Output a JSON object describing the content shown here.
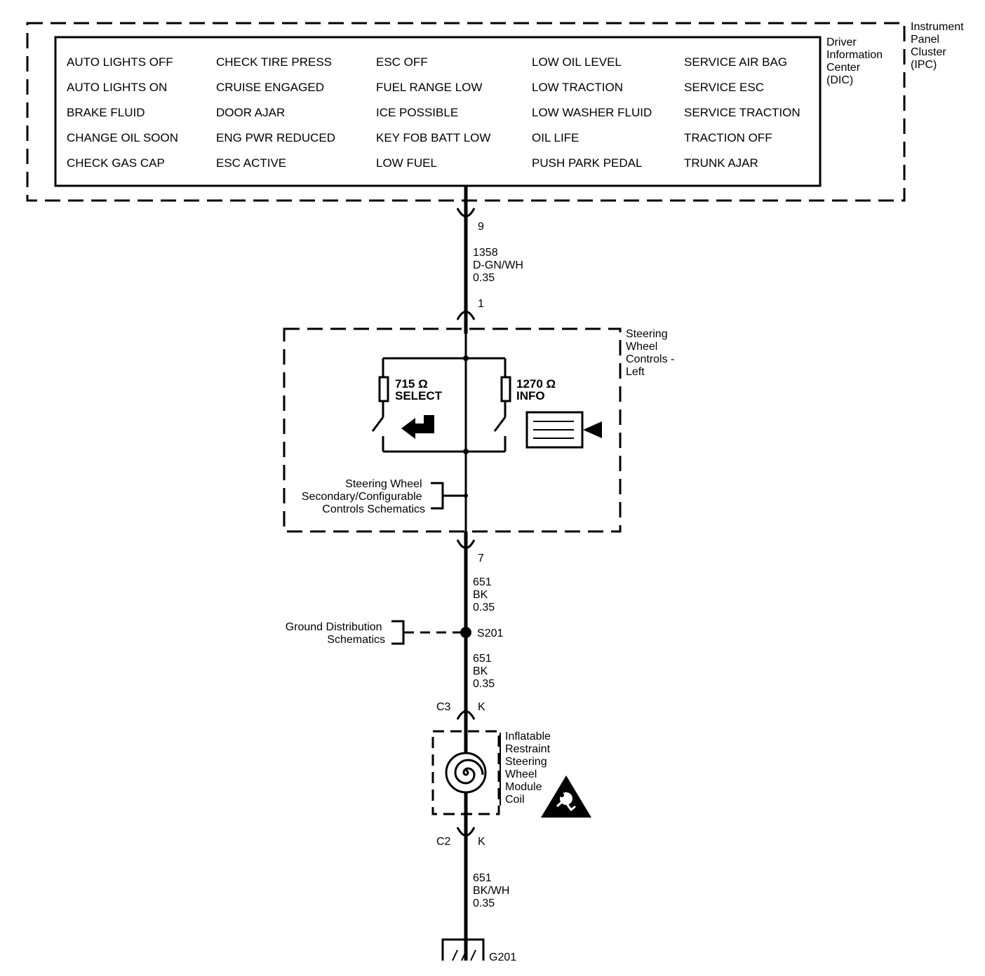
{
  "ipc": {
    "label": [
      "Instrument",
      "Panel",
      "Cluster",
      "(IPC)"
    ]
  },
  "dic": {
    "label": [
      "Driver",
      "Information",
      "Center",
      "(DIC)"
    ],
    "messages": [
      [
        "AUTO LIGHTS OFF",
        "CHECK TIRE PRESS",
        "ESC OFF",
        "LOW OIL LEVEL",
        "SERVICE AIR BAG"
      ],
      [
        "AUTO LIGHTS ON",
        "CRUISE ENGAGED",
        "FUEL RANGE LOW",
        "LOW TRACTION",
        "SERVICE ESC"
      ],
      [
        "BRAKE FLUID",
        "DOOR AJAR",
        "ICE POSSIBLE",
        "LOW WASHER FLUID",
        "SERVICE TRACTION"
      ],
      [
        "CHANGE OIL SOON",
        "ENG PWR REDUCED",
        "KEY FOB BATT LOW",
        "OIL LIFE",
        "TRACTION OFF"
      ],
      [
        "CHECK GAS CAP",
        "ESC ACTIVE",
        "LOW FUEL",
        "PUSH PARK PEDAL",
        "TRUNK AJAR"
      ]
    ]
  },
  "wire1": {
    "pin_top": "9",
    "circuit": "1358",
    "color": "D-GN/WH",
    "gauge": "0.35",
    "pin_bottom": "1"
  },
  "swc": {
    "label": [
      "Steering",
      "Wheel",
      "Controls -",
      "Left"
    ],
    "select": {
      "resistance": "715 Ω",
      "name": "SELECT"
    },
    "info": {
      "resistance": "1270 Ω",
      "name": "INFO"
    },
    "ref": [
      "Steering Wheel",
      "Secondary/Configurable",
      "Controls Schematics"
    ]
  },
  "wire2": {
    "pin": "7",
    "circuit": "651",
    "color": "BK",
    "gauge": "0.35"
  },
  "splice": {
    "name": "S201",
    "ref": [
      "Ground Distribution",
      "Schematics"
    ]
  },
  "wire3": {
    "circuit": "651",
    "color": "BK",
    "gauge": "0.35",
    "connector": "C3",
    "pin": "K"
  },
  "coil": {
    "label": [
      "Inflatable",
      "Restraint",
      "Steering",
      "Wheel",
      "Module",
      "Coil"
    ]
  },
  "wire4": {
    "connector": "C2",
    "pin": "K",
    "circuit": "651",
    "color": "BK/WH",
    "gauge": "0.35"
  },
  "ground": {
    "name": "G201"
  }
}
